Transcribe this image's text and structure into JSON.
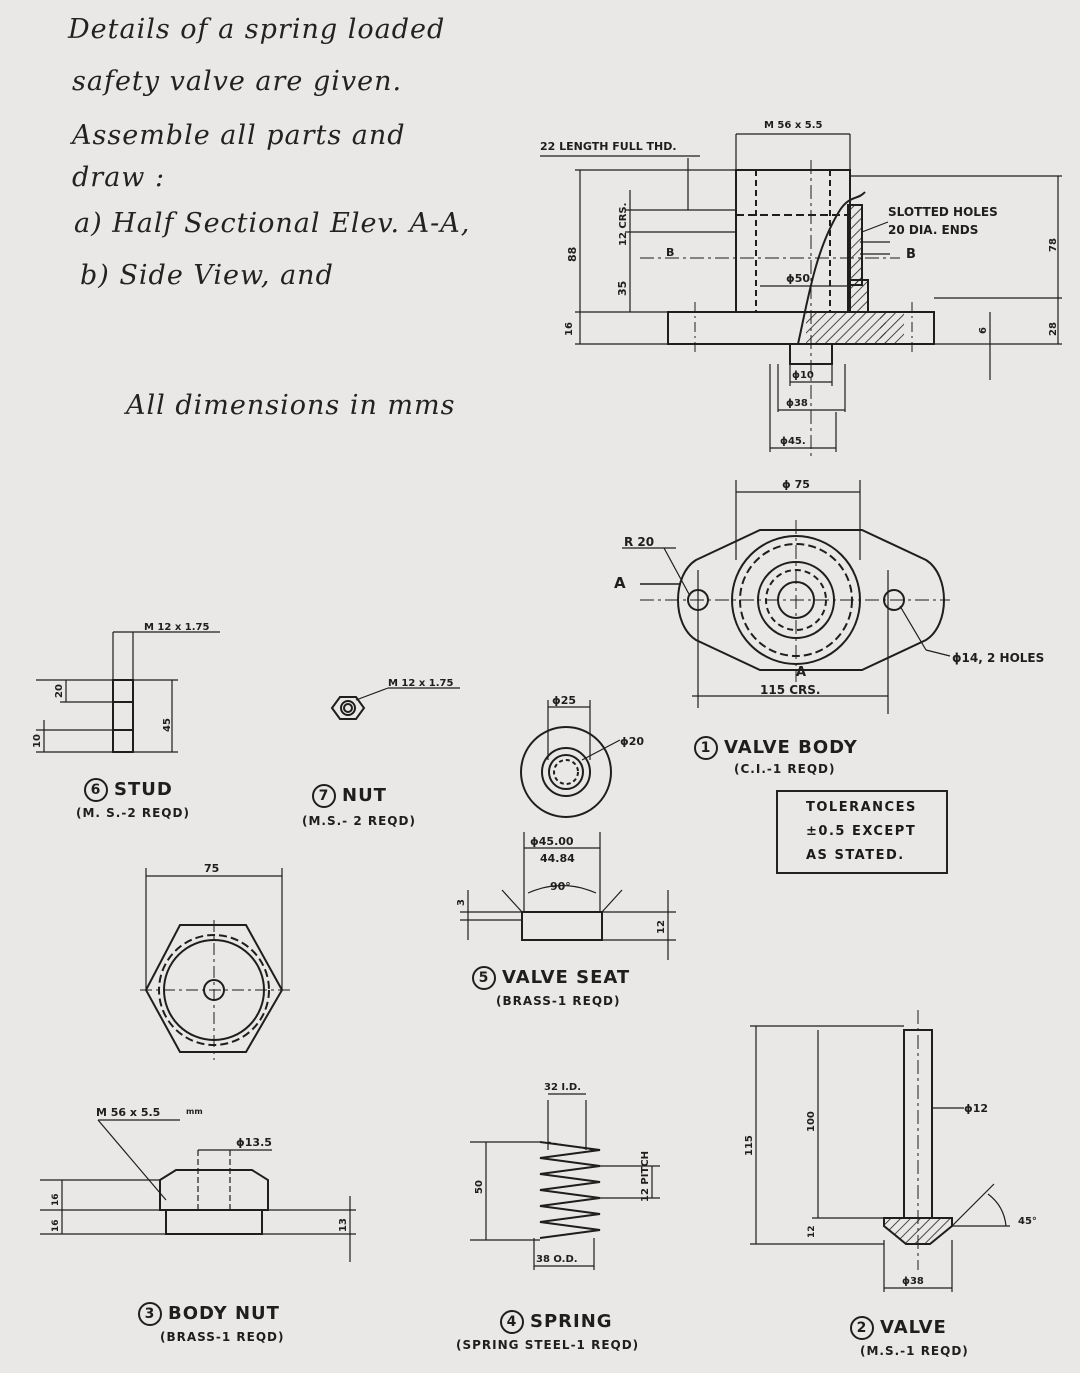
{
  "instructions": {
    "line1": "Details of a spring loaded",
    "line2": "safety valve are given.",
    "line3": "Assemble all parts and",
    "line4": "draw :",
    "item_a": "a) Half Sectional Elev. A-A,",
    "item_b": "b) Side View, and",
    "units": "All dimensions in mms"
  },
  "valve_body": {
    "number": "1",
    "name": "VALVE BODY",
    "material": "(C.I.-1 REQD)",
    "dims": {
      "thread_length": "22 LENGTH FULL THD.",
      "thread_top": "M 56 x 5.5",
      "slotted": "SLOTTED HOLES",
      "slotted2": "20 DIA. ENDS",
      "section_b": "B",
      "section_b_left": "B",
      "h88": "88",
      "crs12": "12 CRS.",
      "h35": "35",
      "h16": "16",
      "d50": "ϕ50",
      "d10": "ϕ10",
      "d38": "ϕ38",
      "d45": "ϕ45.",
      "h78": "78",
      "h28": "28",
      "h6": "6",
      "d75": "ϕ 75",
      "r20": "R 20",
      "sec_a": "A",
      "sec_a2": "A",
      "holes": "ϕ14, 2 HOLES",
      "crs115": "115 CRS."
    }
  },
  "tolerances": {
    "line1": "TOLERANCES",
    "line2": "±0.5 EXCEPT",
    "line3": "AS STATED."
  },
  "stud": {
    "number": "6",
    "name": "STUD",
    "material": "(M. S.-2 REQD)",
    "thread": "M 12 x 1.75",
    "l20": "20",
    "l10": "10",
    "l45": "45"
  },
  "nut": {
    "number": "7",
    "name": "NUT",
    "material": "(M.S.- 2 REQD)",
    "thread": "M 12 x 1.75"
  },
  "valve_seat": {
    "number": "5",
    "name": "VALVE SEAT",
    "material": "(BRASS-1 REQD)",
    "d25": "ϕ25",
    "d20": "ϕ20",
    "d45a": "ϕ45.00",
    "d45b": "44.84",
    "angle": "90°",
    "h3": "3",
    "h12": "12"
  },
  "body_nut": {
    "number": "3",
    "name": "BODY NUT",
    "material": "(BRASS-1 REQD)",
    "w75": "75",
    "thread": "M 56 x 5.5",
    "mm": "mm",
    "d13": "ϕ13.5",
    "h16a": "16",
    "h16b": "16",
    "h13": "13"
  },
  "spring": {
    "number": "4",
    "name": "SPRING",
    "material": "(SPRING STEEL-1 REQD)",
    "id": "32 I.D.",
    "od": "38 O.D.",
    "h50": "50",
    "pitch": "12 PITCH"
  },
  "valve": {
    "number": "2",
    "name": "VALVE",
    "material": "(M.S.-1 REQD)",
    "d12": "ϕ12",
    "d38": "ϕ38",
    "angle": "45°",
    "h115": "115",
    "h100": "100",
    "h12": "12"
  }
}
